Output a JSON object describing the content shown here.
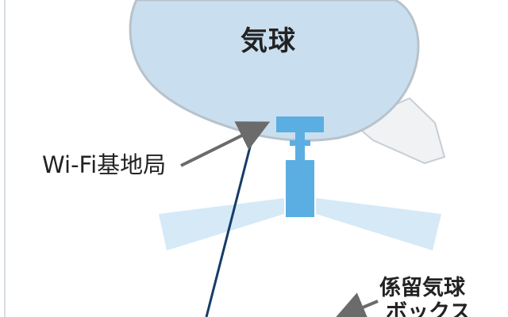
{
  "labels": {
    "balloon": "気球",
    "wifi_base_station": "Wi-Fi基地局",
    "tether_box_line1": "係留気球",
    "tether_box_line2": "ボックス"
  },
  "colors": {
    "balloon_fill": "#c9dfef",
    "balloon_stroke": "#b8c2cb",
    "fin_fill": "#f0f2f4",
    "fin_stroke": "#c7ced5",
    "device_fill": "#5baee2",
    "signal_fill": "#d5e9f7",
    "tether_line": "#153d67",
    "arrow": "#6b6b6b",
    "text": "#222222"
  },
  "icons": {
    "balloon": "balloon-body",
    "fin": "balloon-fin",
    "wifi_station": "wifi-base-station",
    "signal": "radio-beam"
  }
}
